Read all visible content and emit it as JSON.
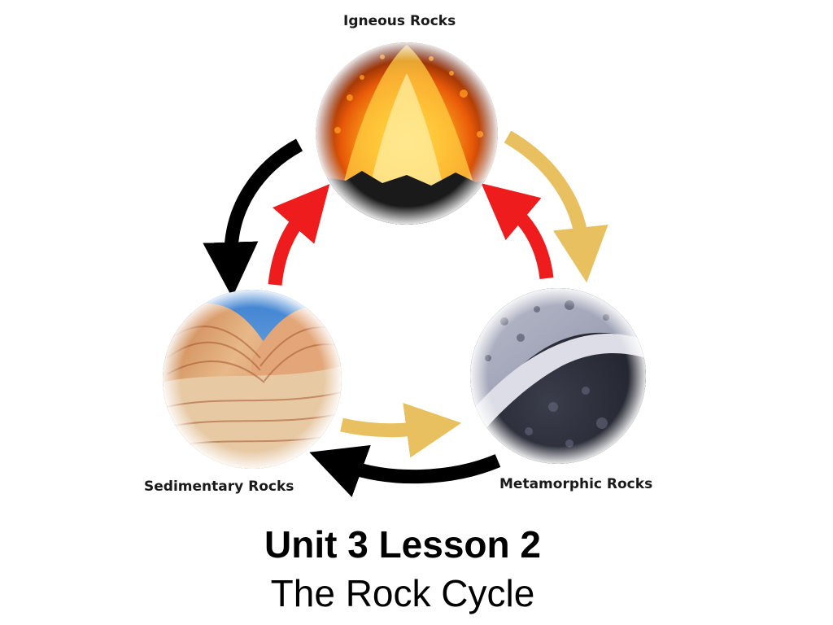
{
  "diagram": {
    "nodes": {
      "igneous": {
        "label": "Igneous Rocks",
        "icon": "volcano-lava-photo"
      },
      "sedimentary": {
        "label": "Sedimentary Rocks",
        "icon": "sandstone-wave-photo"
      },
      "metamorphic": {
        "label": "Metamorphic Rocks",
        "icon": "gneiss-rock-photo"
      }
    },
    "arrows": [
      {
        "from": "Igneous Rocks",
        "to": "Sedimentary Rocks",
        "color": "#000000"
      },
      {
        "from": "Sedimentary Rocks",
        "to": "Igneous Rocks",
        "color": "#ee1c1c"
      },
      {
        "from": "Igneous Rocks",
        "to": "Metamorphic Rocks",
        "color": "#e8c060"
      },
      {
        "from": "Metamorphic Rocks",
        "to": "Igneous Rocks",
        "color": "#ee1c1c"
      },
      {
        "from": "Sedimentary Rocks",
        "to": "Metamorphic Rocks",
        "color": "#e8c060"
      },
      {
        "from": "Metamorphic Rocks",
        "to": "Sedimentary Rocks",
        "color": "#000000"
      }
    ]
  },
  "slide": {
    "title": "Unit 3  Lesson 2",
    "subtitle": "The Rock Cycle"
  }
}
